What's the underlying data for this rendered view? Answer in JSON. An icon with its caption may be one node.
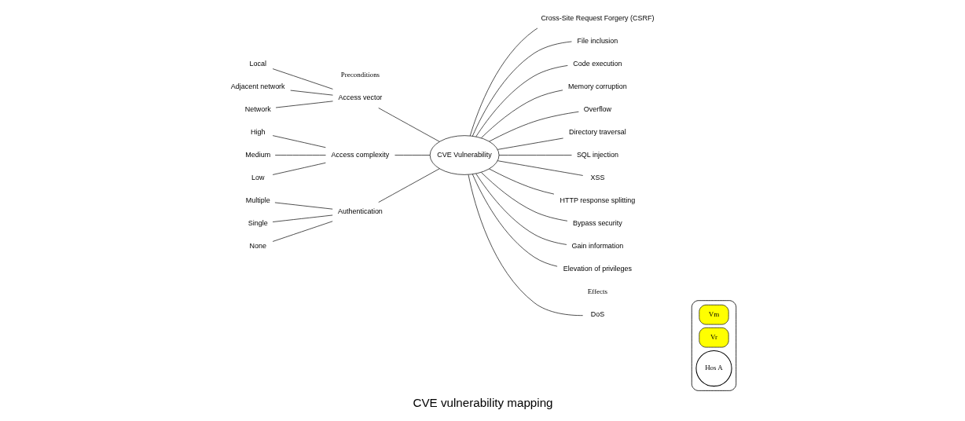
{
  "diagram": {
    "caption": "CVE vulnerability mapping",
    "nodes": [
      {
        "text": [
          "Local"
        ]
      },
      {
        "text": [
          "Adjacent network"
        ]
      },
      {
        "text": [
          "Network"
        ]
      },
      {
        "text": [
          "Access vector"
        ]
      },
      {
        "text": [
          "High"
        ]
      },
      {
        "text": [
          "Medium"
        ]
      },
      {
        "text": [
          "Low"
        ]
      },
      {
        "text": [
          "Access complexity"
        ]
      },
      {
        "text": [
          "Multiple"
        ]
      },
      {
        "text": [
          "Single"
        ]
      },
      {
        "text": [
          "None"
        ]
      },
      {
        "text": [
          "Authentication"
        ]
      },
      {
        "text": [
          "CVE Vulnerability"
        ]
      },
      {
        "text": [
          "DoS"
        ]
      },
      {
        "text": [
          "Code execution"
        ]
      },
      {
        "text": [
          "Memory corruption"
        ]
      },
      {
        "text": [
          "Overflow"
        ]
      },
      {
        "text": [
          "Directory traversal"
        ]
      },
      {
        "text": [
          "SQL injection"
        ]
      },
      {
        "text": [
          "XSS"
        ]
      },
      {
        "text": [
          "HTTP response splitting"
        ]
      },
      {
        "text": [
          "Bypass security"
        ]
      },
      {
        "text": [
          "Gain information"
        ]
      },
      {
        "text": [
          "Elevation of privileges"
        ]
      },
      {
        "text": [
          "Cross-Site Request Forgery (CSRF)"
        ]
      },
      {
        "text": [
          "File inclusion"
        ]
      },
      {
        "text": [],
        "shape": "ellipse"
      },
      {
        "text": [
          "Vm"
        ],
        "in": 26
      },
      {
        "text": [
          "Vr"
        ],
        "in": 26
      },
      {
        "text": [
          "Hos A"
        ],
        "in": 26
      }
    ],
    "edges": [
      {
        "from": 0,
        "to": 3,
        "arrow": "none"
      },
      {
        "from": 1,
        "to": 3,
        "arrow": "none"
      },
      {
        "from": 2,
        "to": 3,
        "arrow": "none"
      },
      {
        "from": 4,
        "to": 7,
        "arrow": "none"
      },
      {
        "from": 5,
        "to": 7,
        "arrow": "none"
      },
      {
        "from": 6,
        "to": 7,
        "arrow": "none"
      },
      {
        "from": 8,
        "to": 11,
        "arrow": "none"
      },
      {
        "from": 9,
        "to": 11,
        "arrow": "none"
      },
      {
        "from": 10,
        "to": 11,
        "arrow": "none"
      },
      {
        "from": 3,
        "to": 12,
        "arrow": "none"
      },
      {
        "from": 7,
        "to": 12,
        "arrow": "none"
      },
      {
        "from": 11,
        "to": 12,
        "arrow": "none"
      },
      {
        "from": 12,
        "to": 13,
        "arrow": "none"
      },
      {
        "from": 12,
        "to": 14,
        "arrow": "none"
      },
      {
        "from": 12,
        "to": 15,
        "arrow": "none"
      },
      {
        "from": 12,
        "to": 16,
        "arrow": "none"
      },
      {
        "from": 12,
        "to": 17,
        "arrow": "none"
      },
      {
        "from": 12,
        "to": 18,
        "arrow": "none"
      },
      {
        "from": 12,
        "to": 19,
        "arrow": "none"
      },
      {
        "from": 12,
        "to": 20,
        "arrow": "none"
      },
      {
        "from": 12,
        "to": 21,
        "arrow": "none"
      },
      {
        "from": 12,
        "to": 22,
        "arrow": "none"
      },
      {
        "from": 12,
        "to": 23,
        "arrow": "none"
      },
      {
        "from": 12,
        "to": 24,
        "arrow": "none"
      },
      {
        "from": 12,
        "to": 25,
        "arrow": "none"
      }
    ],
    "labels": [
      "Preconditions",
      "Effects"
    ]
  }
}
